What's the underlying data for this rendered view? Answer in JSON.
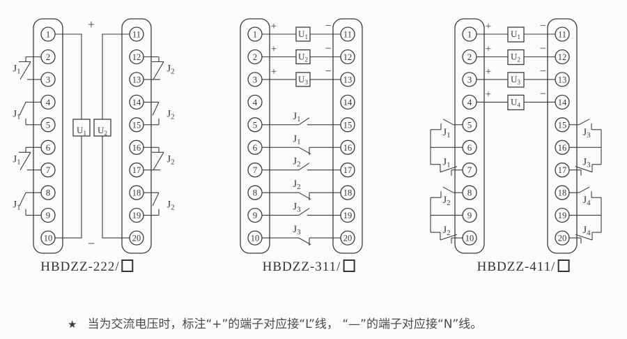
{
  "note": {
    "star": "★",
    "text": "当为交流电压时，标注“+”的端子对应接“L”线， “—”的端子对应接“N”线。"
  },
  "diagrams": [
    {
      "caption": "HBDZZ-222/",
      "plus": "+",
      "minus": "−",
      "left_terminals": [
        "1",
        "2",
        "3",
        "4",
        "5",
        "6",
        "7",
        "8",
        "9",
        "10"
      ],
      "right_terminals": [
        "11",
        "12",
        "13",
        "14",
        "15",
        "16",
        "17",
        "18",
        "19",
        "20"
      ],
      "u_labels": [
        {
          "base": "U",
          "sub": "1"
        },
        {
          "base": "U",
          "sub": "2"
        }
      ],
      "left_contacts": [
        {
          "terminals": "2-3",
          "type": "nc",
          "label": {
            "base": "J",
            "sub": "1"
          }
        },
        {
          "terminals": "4-5",
          "type": "no",
          "label": {
            "base": "J",
            "sub": "1"
          }
        },
        {
          "terminals": "6-7",
          "type": "nc",
          "label": {
            "base": "J",
            "sub": "1"
          }
        },
        {
          "terminals": "8-9",
          "type": "no",
          "label": {
            "base": "J",
            "sub": "1"
          }
        }
      ],
      "right_contacts": [
        {
          "terminals": "12-13",
          "type": "nc",
          "label": {
            "base": "J",
            "sub": "2"
          }
        },
        {
          "terminals": "14-15",
          "type": "no",
          "label": {
            "base": "J",
            "sub": "2"
          }
        },
        {
          "terminals": "16-17",
          "type": "nc",
          "label": {
            "base": "J",
            "sub": "2"
          }
        },
        {
          "terminals": "18-19",
          "type": "no",
          "label": {
            "base": "J",
            "sub": "2"
          }
        }
      ]
    },
    {
      "caption": "HBDZZ-311/",
      "left_terminals": [
        "1",
        "2",
        "3",
        "4",
        "5",
        "6",
        "7",
        "8",
        "9",
        "10"
      ],
      "right_terminals": [
        "11",
        "12",
        "13",
        "14",
        "15",
        "16",
        "17",
        "18",
        "19",
        "20"
      ],
      "u_rows": [
        {
          "label": {
            "base": "U",
            "sub": "1"
          },
          "plus": "+",
          "minus": "−"
        },
        {
          "label": {
            "base": "U",
            "sub": "2"
          },
          "plus": "+",
          "minus": "−"
        },
        {
          "label": {
            "base": "U",
            "sub": "3"
          },
          "plus": "+",
          "minus": "−"
        }
      ],
      "contact_rows": [
        {
          "terminals": "5-15",
          "type": "no",
          "label": {
            "base": "J",
            "sub": "1"
          }
        },
        {
          "terminals": "6-16",
          "type": "nc",
          "label": {
            "base": "J",
            "sub": "1"
          }
        },
        {
          "terminals": "7-17",
          "type": "no",
          "label": {
            "base": "J",
            "sub": "2"
          }
        },
        {
          "terminals": "8-18",
          "type": "nc",
          "label": {
            "base": "J",
            "sub": "2"
          }
        },
        {
          "terminals": "9-19",
          "type": "no",
          "label": {
            "base": "J",
            "sub": "3"
          }
        },
        {
          "terminals": "10-20",
          "type": "nc",
          "label": {
            "base": "J",
            "sub": "3"
          }
        }
      ]
    },
    {
      "caption": "HBDZZ-411/",
      "left_terminals": [
        "1",
        "2",
        "3",
        "4",
        "5",
        "6",
        "7",
        "8",
        "9",
        "10"
      ],
      "right_terminals": [
        "11",
        "12",
        "13",
        "14",
        "15",
        "16",
        "17",
        "18",
        "19",
        "20"
      ],
      "u_rows": [
        {
          "label": {
            "base": "U",
            "sub": "1"
          },
          "plus": "+",
          "minus": "−"
        },
        {
          "label": {
            "base": "U",
            "sub": "2"
          },
          "plus": "+",
          "minus": "−"
        },
        {
          "label": {
            "base": "U",
            "sub": "3"
          },
          "plus": "+",
          "minus": "−"
        },
        {
          "label": {
            "base": "U",
            "sub": "4"
          },
          "plus": "+",
          "minus": "−"
        }
      ],
      "left_groups": [
        {
          "terminals": "5-6-7",
          "labels": [
            {
              "base": "J",
              "sub": "1"
            },
            {
              "base": "J",
              "sub": "1"
            }
          ]
        },
        {
          "terminals": "8-9-10",
          "labels": [
            {
              "base": "J",
              "sub": "2"
            },
            {
              "base": "J",
              "sub": "2"
            }
          ]
        }
      ],
      "right_groups": [
        {
          "terminals": "15-16-17",
          "labels": [
            {
              "base": "J",
              "sub": "3"
            },
            {
              "base": "J",
              "sub": "3"
            }
          ]
        },
        {
          "terminals": "18-19-20",
          "labels": [
            {
              "base": "J",
              "sub": "4"
            },
            {
              "base": "J",
              "sub": "4"
            }
          ]
        }
      ]
    }
  ]
}
